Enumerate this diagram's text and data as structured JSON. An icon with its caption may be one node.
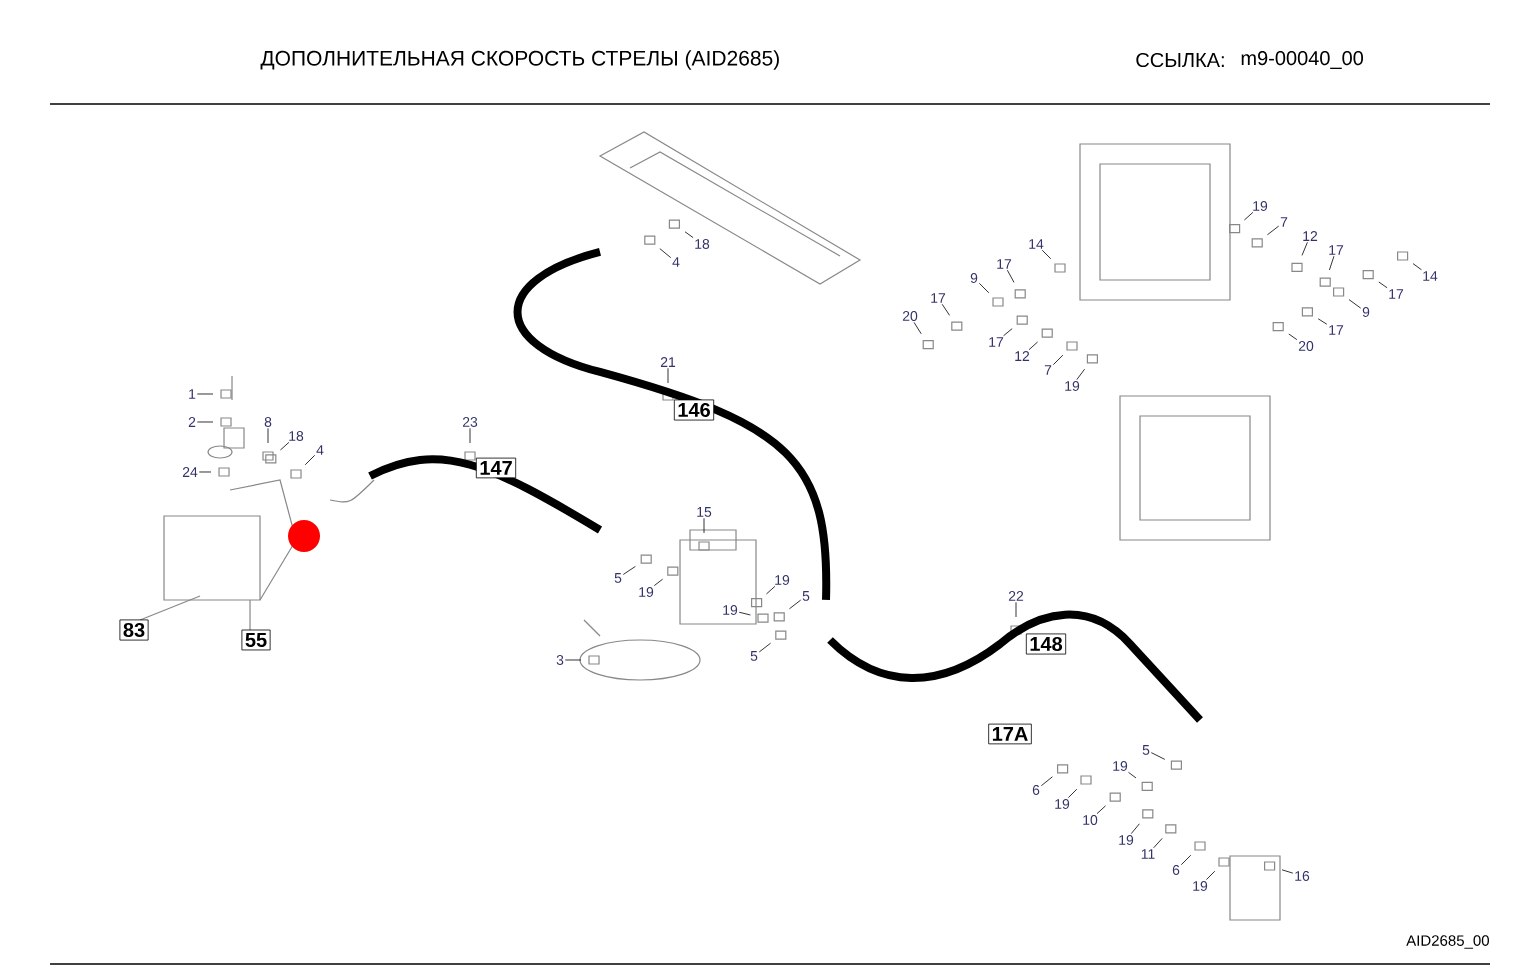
{
  "diagram": {
    "title": "ДОПОЛНИТЕЛЬНАЯ СКОРОСТЬ СТРЕЛЫ (AID2685)",
    "nodes": [
      {
        "text": [
          "18"
        ]
      },
      {
        "text": [
          "4"
        ]
      },
      {
        "text": [
          "19"
        ]
      },
      {
        "text": [
          "7"
        ]
      },
      {
        "text": [
          "12"
        ]
      },
      {
        "text": [
          "14"
        ]
      },
      {
        "text": [
          "17"
        ]
      },
      {
        "text": [
          "17"
        ]
      },
      {
        "text": [
          "14"
        ]
      },
      {
        "text": [
          "9"
        ]
      },
      {
        "text": [
          "17"
        ]
      },
      {
        "text": [
          "17"
        ]
      },
      {
        "text": [
          "9"
        ]
      },
      {
        "text": [
          "20"
        ]
      },
      {
        "text": [
          "17"
        ]
      },
      {
        "text": [
          "20"
        ]
      },
      {
        "text": [
          "17"
        ]
      },
      {
        "text": [
          "12"
        ]
      },
      {
        "text": [
          "7"
        ]
      },
      {
        "text": [
          "21"
        ]
      },
      {
        "text": [
          "19"
        ]
      },
      {
        "text": [
          "1"
        ]
      },
      {
        "text": [
          "146"
        ]
      },
      {
        "text": [
          "23"
        ]
      },
      {
        "text": [
          "2"
        ]
      },
      {
        "text": [
          "8"
        ]
      },
      {
        "text": [
          "18"
        ]
      },
      {
        "text": [
          "4"
        ]
      },
      {
        "text": [
          "147"
        ]
      },
      {
        "text": [
          "24"
        ]
      },
      {
        "text": [
          "15"
        ]
      },
      {
        "text": [
          "5"
        ]
      },
      {
        "text": [
          "19"
        ]
      },
      {
        "text": [
          "19"
        ]
      },
      {
        "text": [
          "22"
        ]
      },
      {
        "text": [
          "5"
        ]
      },
      {
        "text": [
          "19"
        ]
      },
      {
        "text": [
          "83"
        ]
      },
      {
        "text": [
          "55"
        ]
      },
      {
        "text": [
          "148"
        ]
      },
      {
        "text": [
          "5"
        ]
      },
      {
        "text": [
          "3"
        ]
      },
      {
        "text": [
          "17A"
        ]
      },
      {
        "text": [
          "5"
        ]
      },
      {
        "text": [
          "19"
        ]
      },
      {
        "text": [
          "6"
        ]
      },
      {
        "text": [
          "19"
        ]
      },
      {
        "text": [
          "10"
        ]
      },
      {
        "text": [
          "19"
        ]
      },
      {
        "text": [
          "11"
        ]
      },
      {
        "text": [
          "6"
        ]
      },
      {
        "text": [
          "19"
        ]
      },
      {
        "text": [
          "16"
        ]
      }
    ],
    "edges": [
      {
        "from": 0,
        "to": null,
        "arrow": "none"
      },
      {
        "from": 1,
        "to": null,
        "arrow": "none"
      },
      {
        "from": 2,
        "to": null,
        "arrow": "none"
      },
      {
        "from": 3,
        "to": null,
        "arrow": "none"
      },
      {
        "from": 4,
        "to": null,
        "arrow": "none"
      },
      {
        "from": 5,
        "to": null,
        "arrow": "none"
      },
      {
        "from": 6,
        "to": null,
        "arrow": "none"
      },
      {
        "from": 7,
        "to": null,
        "arrow": "none"
      },
      {
        "from": 8,
        "to": null,
        "arrow": "none"
      },
      {
        "from": 9,
        "to": null,
        "arrow": "none"
      },
      {
        "from": 10,
        "to": null,
        "arrow": "none"
      },
      {
        "from": 11,
        "to": null,
        "arrow": "none"
      },
      {
        "from": 12,
        "to": null,
        "arrow": "none"
      },
      {
        "from": 13,
        "to": null,
        "arrow": "none"
      },
      {
        "from": 14,
        "to": null,
        "arrow": "none"
      },
      {
        "from": 15,
        "to": null,
        "arrow": "none"
      },
      {
        "from": 16,
        "to": null,
        "arrow": "none"
      },
      {
        "from": 17,
        "to": null,
        "arrow": "none"
      },
      {
        "from": 18,
        "to": null,
        "arrow": "none"
      },
      {
        "from": 19,
        "to": null,
        "arrow": "none"
      },
      {
        "from": 20,
        "to": null,
        "arrow": "none"
      },
      {
        "from": 21,
        "to": null,
        "arrow": "none"
      },
      {
        "from": 23,
        "to": null,
        "arrow": "none"
      },
      {
        "from": 24,
        "to": null,
        "arrow": "none"
      },
      {
        "from": 25,
        "to": null,
        "arrow": "none"
      },
      {
        "from": 26,
        "to": null,
        "arrow": "none"
      },
      {
        "from": 27,
        "to": null,
        "arrow": "none"
      },
      {
        "from": 29,
        "to": null,
        "arrow": "none"
      },
      {
        "from": 30,
        "to": null,
        "arrow": "none"
      },
      {
        "from": 31,
        "to": null,
        "arrow": "none"
      },
      {
        "from": 32,
        "to": null,
        "arrow": "none"
      },
      {
        "from": 33,
        "to": null,
        "arrow": "none"
      },
      {
        "from": 34,
        "to": null,
        "arrow": "none"
      },
      {
        "from": 35,
        "to": null,
        "arrow": "none"
      },
      {
        "from": 36,
        "to": null,
        "arrow": "none"
      },
      {
        "from": 40,
        "to": null,
        "arrow": "none"
      },
      {
        "from": 41,
        "to": null,
        "arrow": "none"
      },
      {
        "from": 43,
        "to": null,
        "arrow": "none"
      },
      {
        "from": 44,
        "to": null,
        "arrow": "none"
      },
      {
        "from": 45,
        "to": null,
        "arrow": "none"
      },
      {
        "from": 46,
        "to": null,
        "arrow": "none"
      },
      {
        "from": 47,
        "to": null,
        "arrow": "none"
      },
      {
        "from": 48,
        "to": null,
        "arrow": "none"
      },
      {
        "from": 49,
        "to": null,
        "arrow": "none"
      },
      {
        "from": 50,
        "to": null,
        "arrow": "none"
      },
      {
        "from": 51,
        "to": null,
        "arrow": "none"
      },
      {
        "from": 52,
        "to": null,
        "arrow": "none"
      }
    ],
    "labels": [
      "ССЫЛКА:",
      "m9-00040_00",
      "AID2685_00"
    ]
  }
}
